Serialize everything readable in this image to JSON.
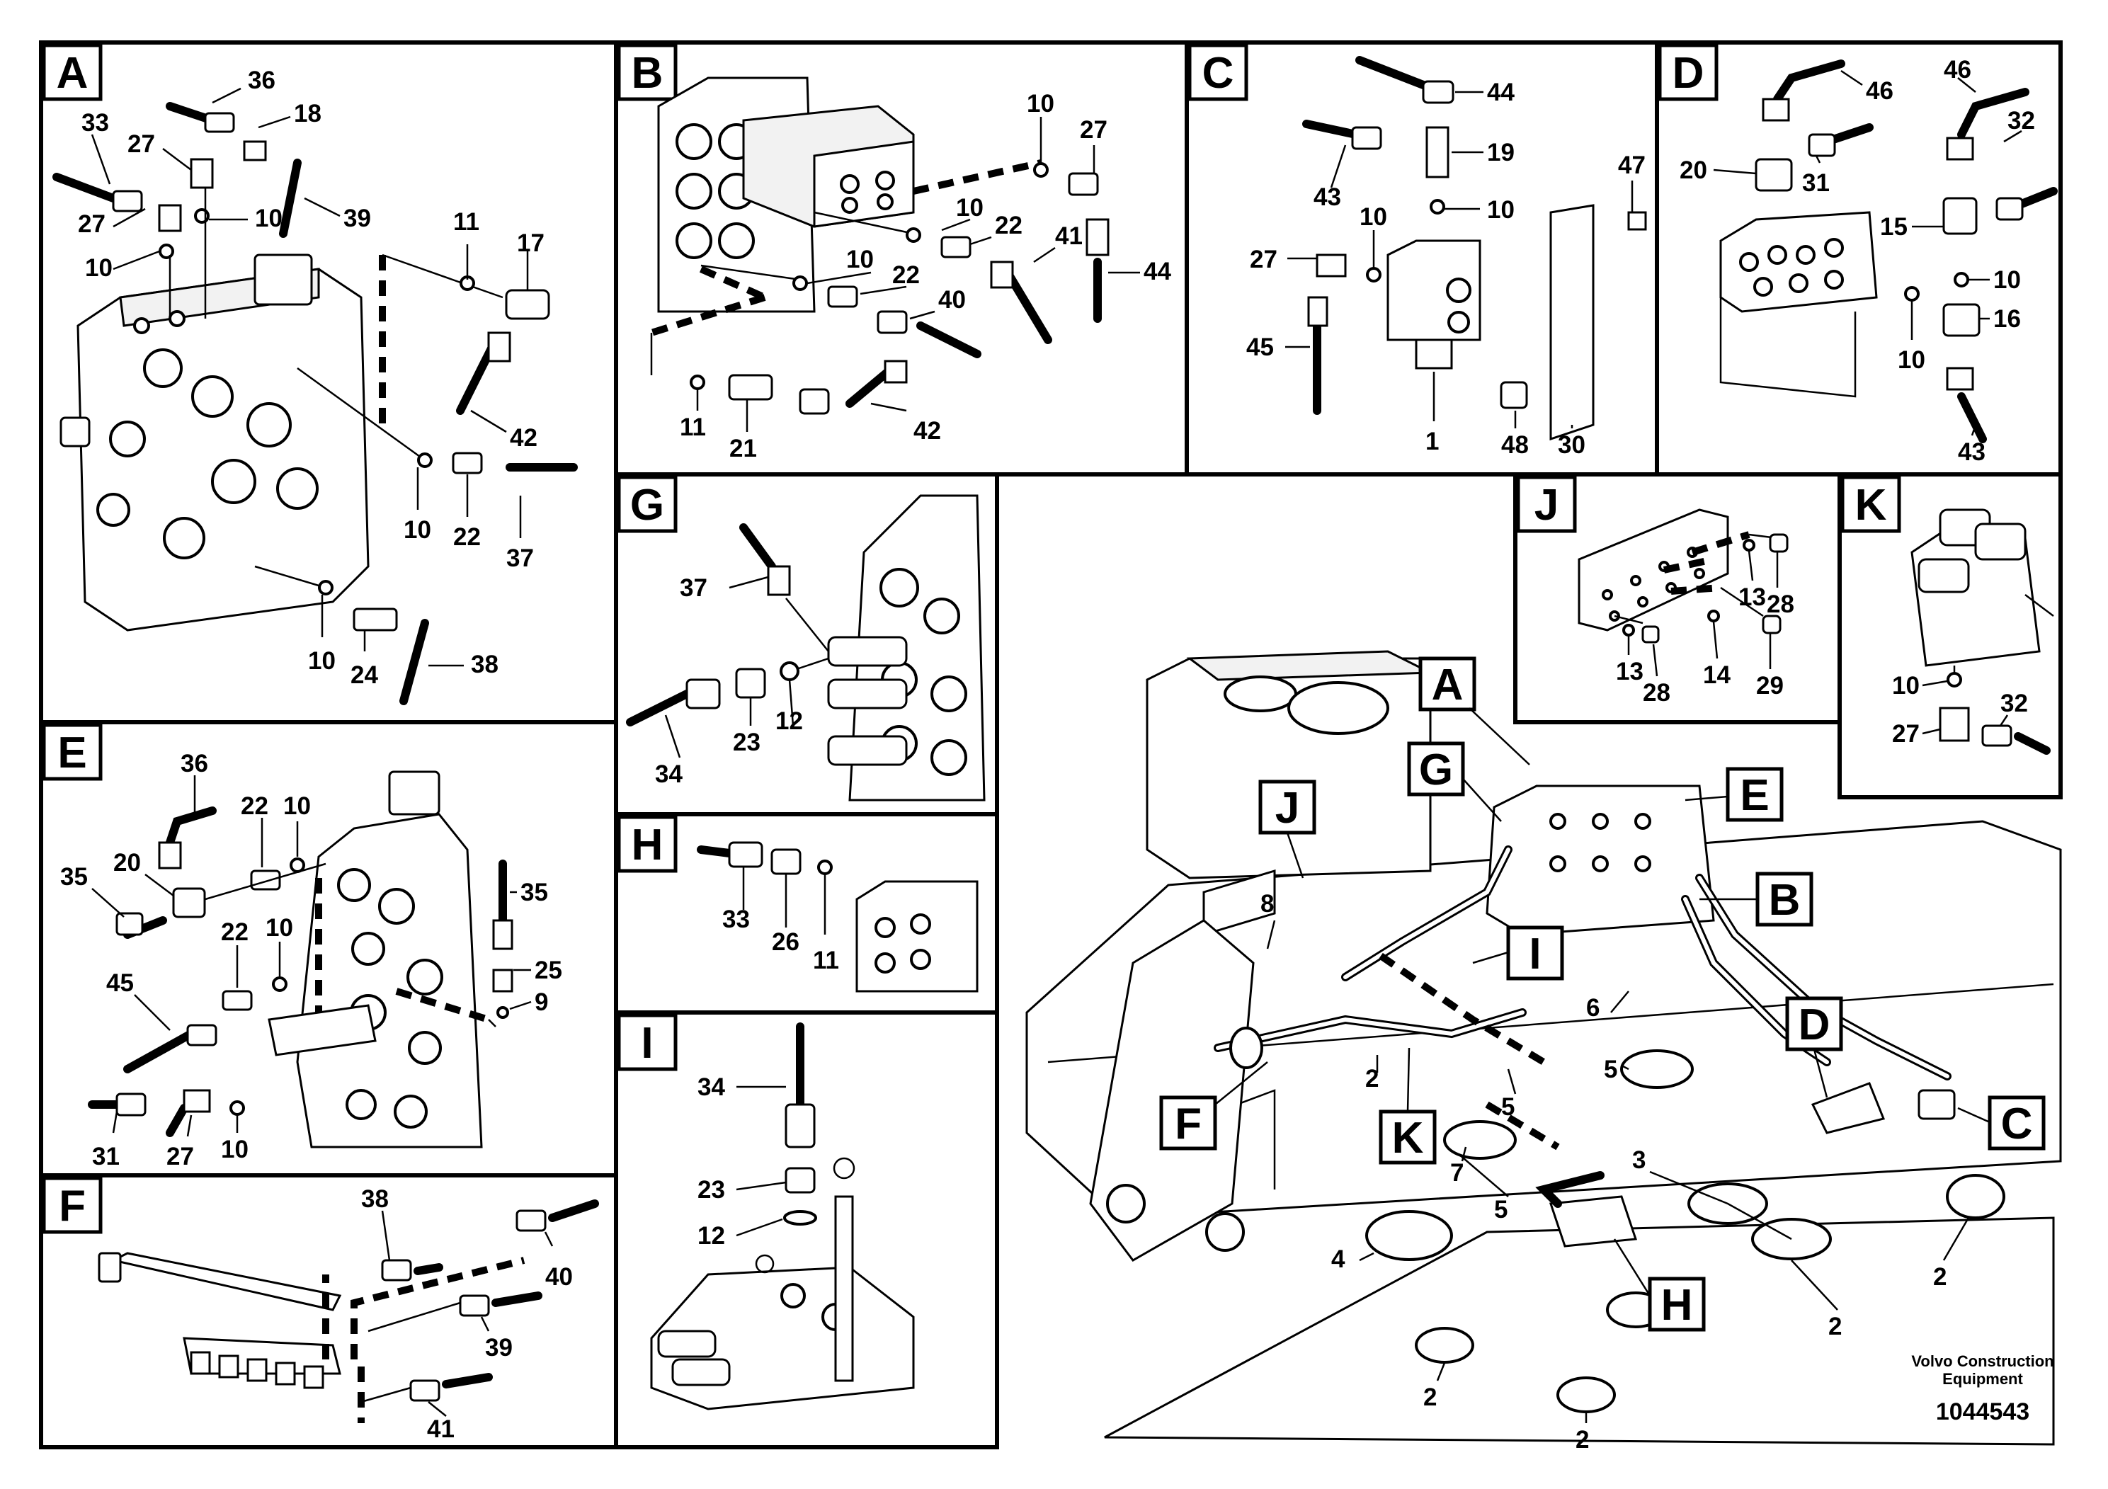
{
  "panels": [
    {
      "id": "A",
      "label": "A"
    },
    {
      "id": "B",
      "label": "B"
    },
    {
      "id": "C",
      "label": "C"
    },
    {
      "id": "D",
      "label": "D"
    },
    {
      "id": "E",
      "label": "E"
    },
    {
      "id": "F",
      "label": "F"
    },
    {
      "id": "G",
      "label": "G"
    },
    {
      "id": "H",
      "label": "H"
    },
    {
      "id": "I",
      "label": "I"
    },
    {
      "id": "J",
      "label": "J"
    },
    {
      "id": "K",
      "label": "K"
    }
  ],
  "callouts": {
    "A": [
      "36",
      "18",
      "33",
      "27",
      "27",
      "10",
      "10",
      "39",
      "11",
      "17",
      "42",
      "10",
      "22",
      "37",
      "10",
      "24",
      "38"
    ],
    "B": [
      "10",
      "27",
      "10",
      "22",
      "41",
      "44",
      "10",
      "22",
      "40",
      "11",
      "21",
      "42"
    ],
    "C": [
      "44",
      "19",
      "43",
      "10",
      "10",
      "47",
      "27",
      "45",
      "1",
      "48",
      "30"
    ],
    "D": [
      "46",
      "46",
      "32",
      "20",
      "31",
      "15",
      "10",
      "10",
      "16",
      "43"
    ],
    "E": [
      "36",
      "22",
      "10",
      "20",
      "35",
      "35",
      "22",
      "10",
      "25",
      "9",
      "45",
      "31",
      "27",
      "10"
    ],
    "F": [
      "38",
      "40",
      "39",
      "41"
    ],
    "G": [
      "37",
      "23",
      "12",
      "34"
    ],
    "H": [
      "33",
      "26",
      "11"
    ],
    "I": [
      "34",
      "23",
      "12"
    ],
    "J": [
      "13",
      "28",
      "13",
      "28",
      "14",
      "29"
    ],
    "K": [
      "10",
      "27",
      "32"
    ],
    "main": [
      "8",
      "2",
      "7",
      "5",
      "6",
      "5",
      "5",
      "4",
      "3",
      "2",
      "2",
      "2",
      "2"
    ]
  },
  "main_refs": [
    "A",
    "G",
    "E",
    "J",
    "I",
    "B",
    "D",
    "F",
    "K",
    "C",
    "H"
  ],
  "footer": {
    "brand_line1": "Volvo Construction",
    "brand_line2": "Equipment",
    "doc_number": "1044543"
  }
}
